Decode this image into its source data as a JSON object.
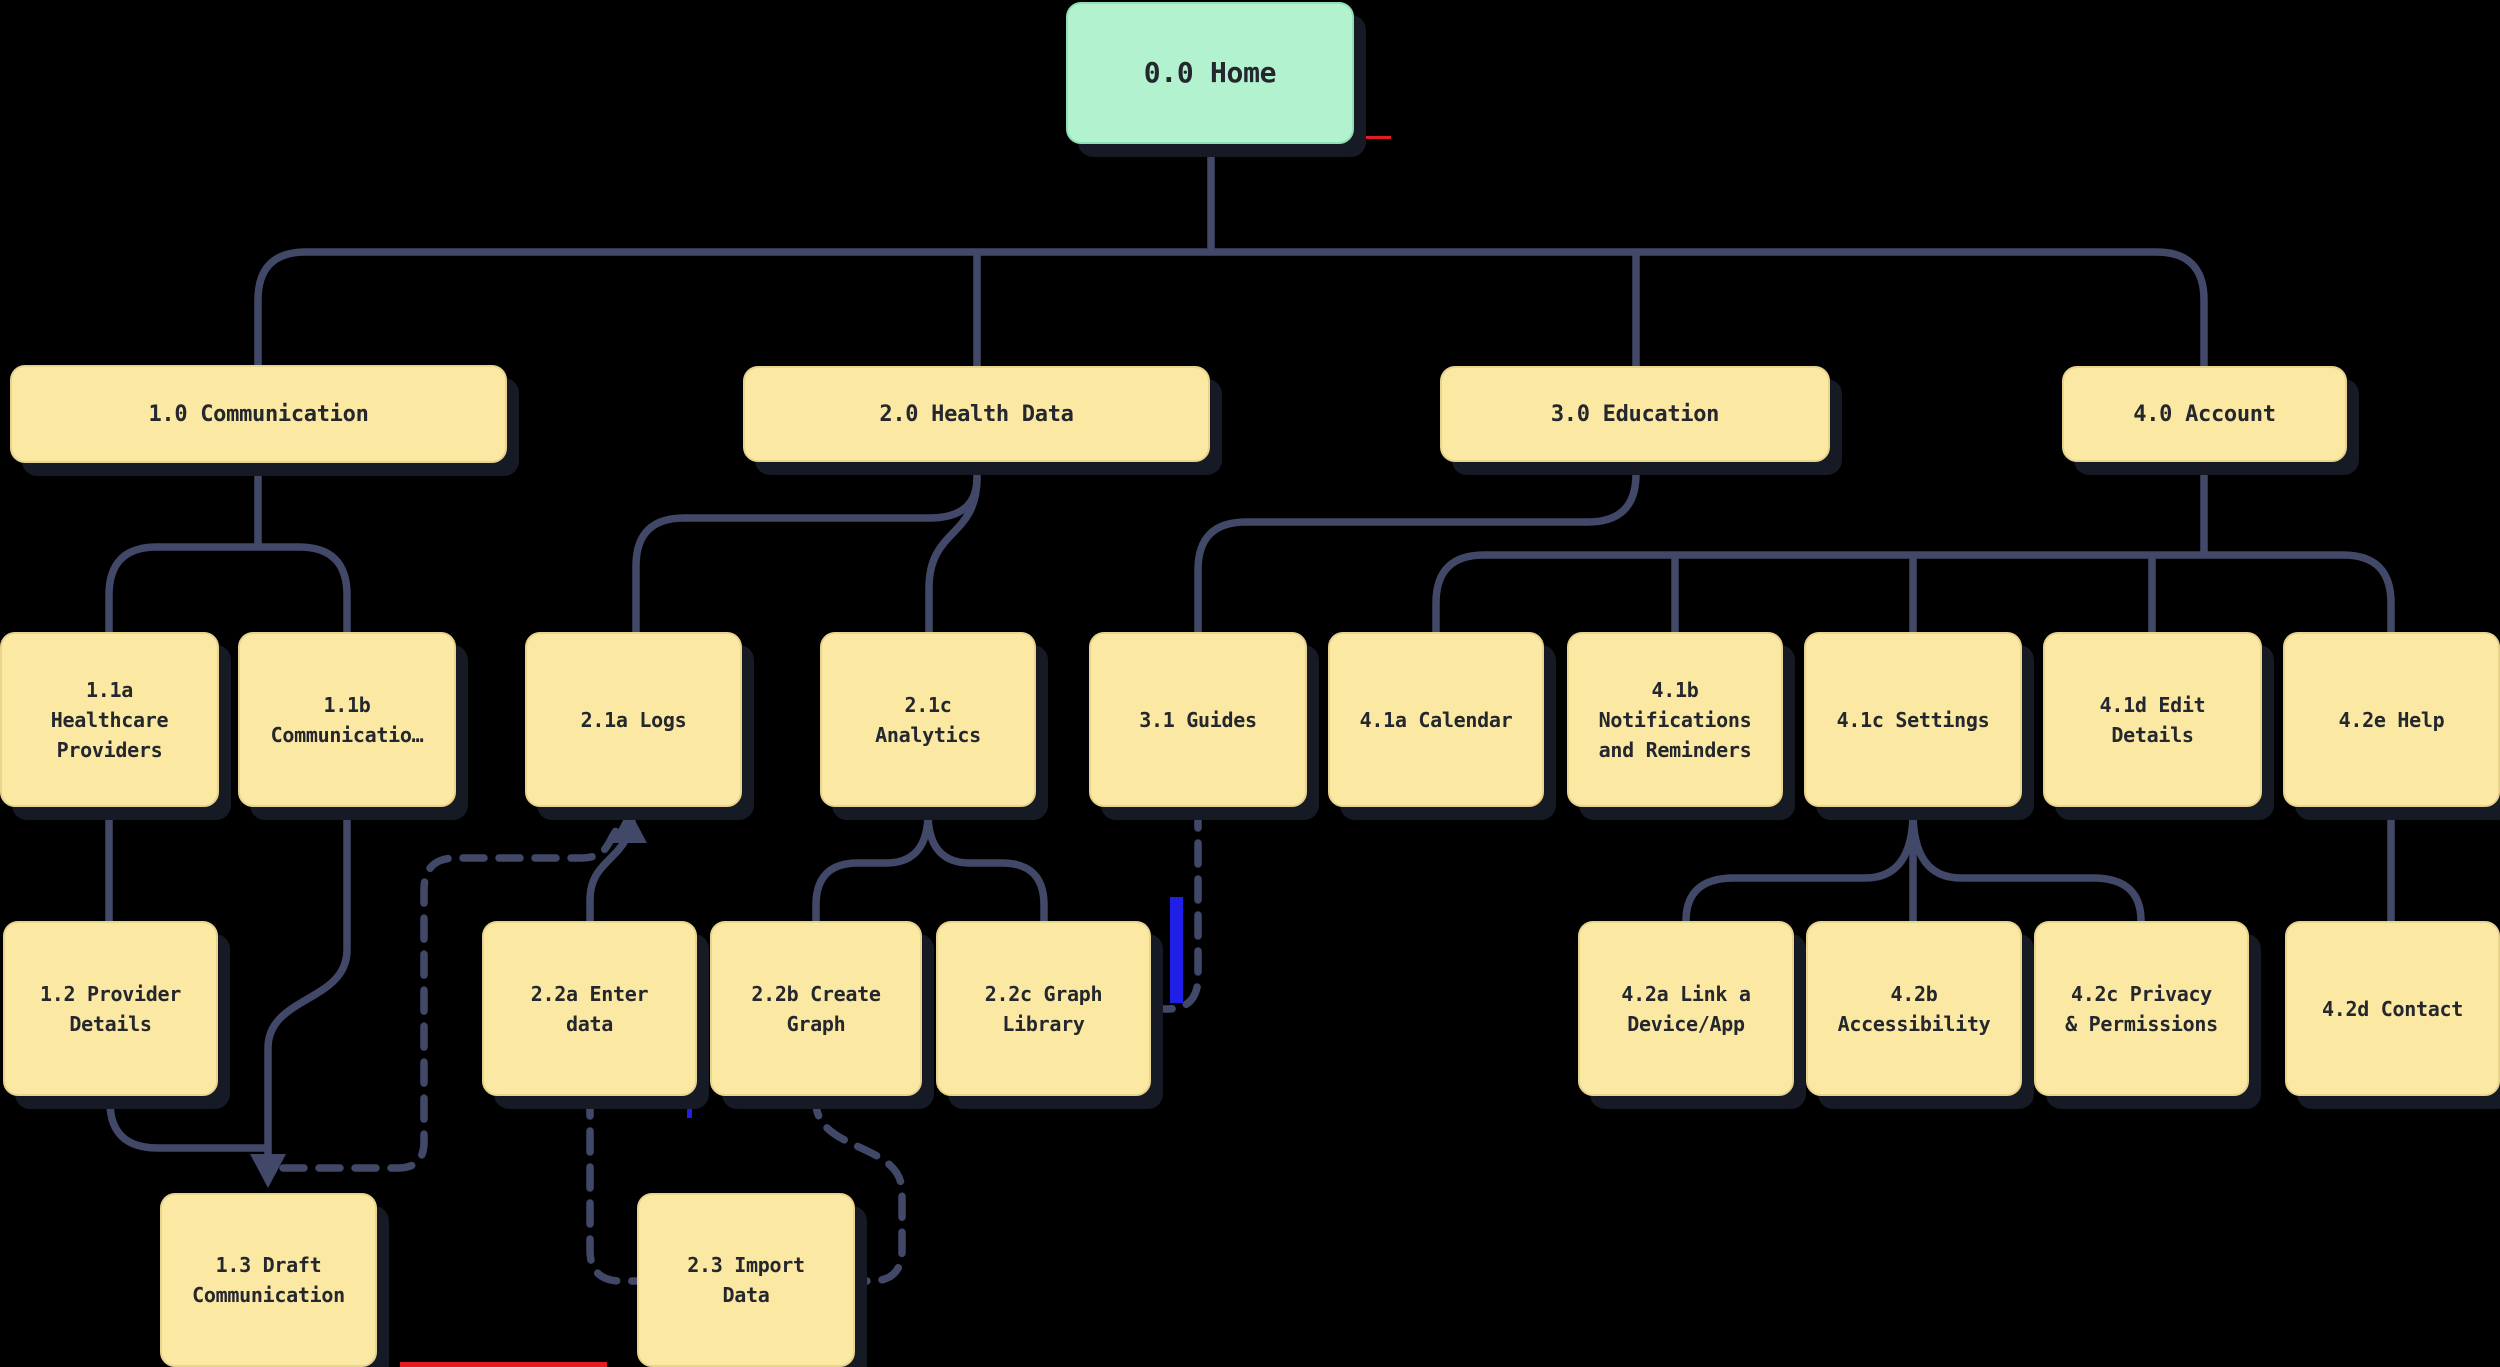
{
  "colors": {
    "background": "#000000",
    "node_fill": "#fbe8a2",
    "node_border": "#e8d48d",
    "home_fill": "#b3f2cf",
    "home_border": "#8fe0b4",
    "edge": "#424868",
    "text": "#24272e",
    "shadow": "#161a24",
    "artifact_blue": "#1f1fe8",
    "artifact_red": "#e11c22"
  },
  "nodes": {
    "home": {
      "label": "0.0 Home"
    },
    "n10": {
      "label": "1.0 Communication"
    },
    "n20": {
      "label": "2.0 Health Data"
    },
    "n30": {
      "label": "3.0 Education"
    },
    "n40": {
      "label": "4.0 Account"
    },
    "n11a": {
      "label": "1.1a\nHealthcare\nProviders"
    },
    "n11b": {
      "label": "1.1b\nCommunicatio…"
    },
    "n21a": {
      "label": "2.1a Logs"
    },
    "n21c": {
      "label": "2.1c\nAnalytics"
    },
    "n31": {
      "label": "3.1 Guides"
    },
    "n41a": {
      "label": "4.1a Calendar"
    },
    "n41b": {
      "label": "4.1b\nNotifications\nand Reminders"
    },
    "n41c": {
      "label": "4.1c Settings"
    },
    "n41d": {
      "label": "4.1d Edit\nDetails"
    },
    "n42e": {
      "label": "4.2e Help"
    },
    "n12": {
      "label": "1.2 Provider\nDetails"
    },
    "n22a": {
      "label": "2.2a Enter\ndata"
    },
    "n22b": {
      "label": "2.2b Create\nGraph"
    },
    "n22c": {
      "label": "2.2c Graph\nLibrary"
    },
    "n42a": {
      "label": "4.2a Link a\nDevice/App"
    },
    "n42b": {
      "label": "4.2b\nAccessibility"
    },
    "n42c": {
      "label": "4.2c Privacy\n& Permissions"
    },
    "n42d": {
      "label": "4.2d Contact"
    },
    "n13": {
      "label": "1.3 Draft\nCommunication"
    },
    "n23": {
      "label": "2.3 Import\nData"
    }
  }
}
